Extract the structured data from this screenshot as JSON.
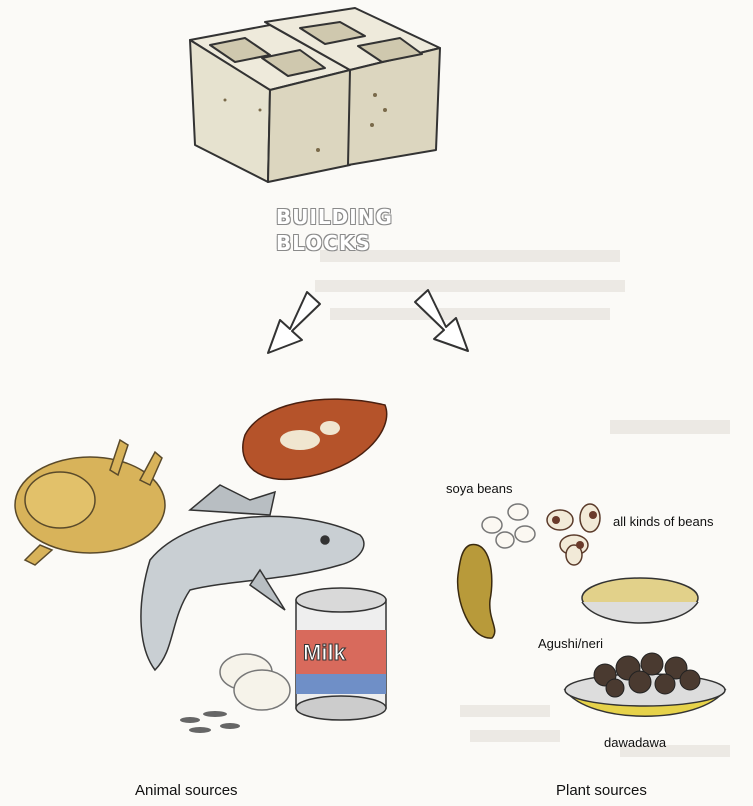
{
  "title": {
    "line1": "BUILDING",
    "line2": "BLOCKS"
  },
  "groups": {
    "animal": {
      "label": "Animal sources",
      "items": [
        "chicken",
        "meat",
        "fish",
        "milk",
        "eggs",
        "small fish"
      ]
    },
    "plant": {
      "label": "Plant sources"
    }
  },
  "plant_labels": {
    "soya": "soya beans",
    "beans": "all kinds of beans",
    "agushi": "Agushi/neri",
    "dawadawa": "dawadawa"
  },
  "milk_can_text": "Milk",
  "colors": {
    "ink": "#222222",
    "blocks": "#e6e2cf",
    "meat": "#b5532a",
    "chicken": "#d8b35a",
    "fish": "#c9cfd3",
    "can_red": "#d86a5c",
    "can_blue": "#6f8fc7"
  }
}
